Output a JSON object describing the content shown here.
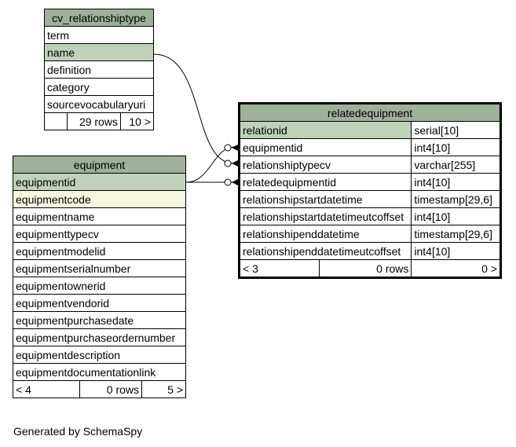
{
  "tables": {
    "cv_relationshiptype": {
      "title": "cv_relationshiptype",
      "columns": [
        "term",
        "name",
        "definition",
        "category",
        "sourcevocabularyuri"
      ],
      "footer": {
        "left": "",
        "rows": "29 rows",
        "right": "10 >"
      }
    },
    "equipment": {
      "title": "equipment",
      "columns": [
        "equipmentid",
        "equipmentcode",
        "equipmentname",
        "equipmenttypecv",
        "equipmentmodelid",
        "equipmentserialnumber",
        "equipmentownerid",
        "equipmentvendorid",
        "equipmentpurchasedate",
        "equipmentpurchaseordernumber",
        "equipmentdescription",
        "equipmentdocumentationlink"
      ],
      "footer": {
        "left": "< 4",
        "rows": "0 rows",
        "right": "5 >"
      }
    },
    "relatedequipment": {
      "title": "relatedequipment",
      "columns": [
        {
          "name": "relationid",
          "type": "serial[10]"
        },
        {
          "name": "equipmentid",
          "type": "int4[10]"
        },
        {
          "name": "relationshiptypecv",
          "type": "varchar[255]"
        },
        {
          "name": "relatedequipmentid",
          "type": "int4[10]"
        },
        {
          "name": "relationshipstartdatetime",
          "type": "timestamp[29,6]"
        },
        {
          "name": "relationshipstartdatetimeutcoffset",
          "type": "int4[10]"
        },
        {
          "name": "relationshipenddatetime",
          "type": "timestamp[29,6]"
        },
        {
          "name": "relationshipenddatetimeutcoffset",
          "type": "int4[10]"
        }
      ],
      "footer": {
        "left": "< 3",
        "rows": "0 rows",
        "right": "0 >"
      }
    }
  },
  "generated_by": "Generated by SchemaSpy"
}
